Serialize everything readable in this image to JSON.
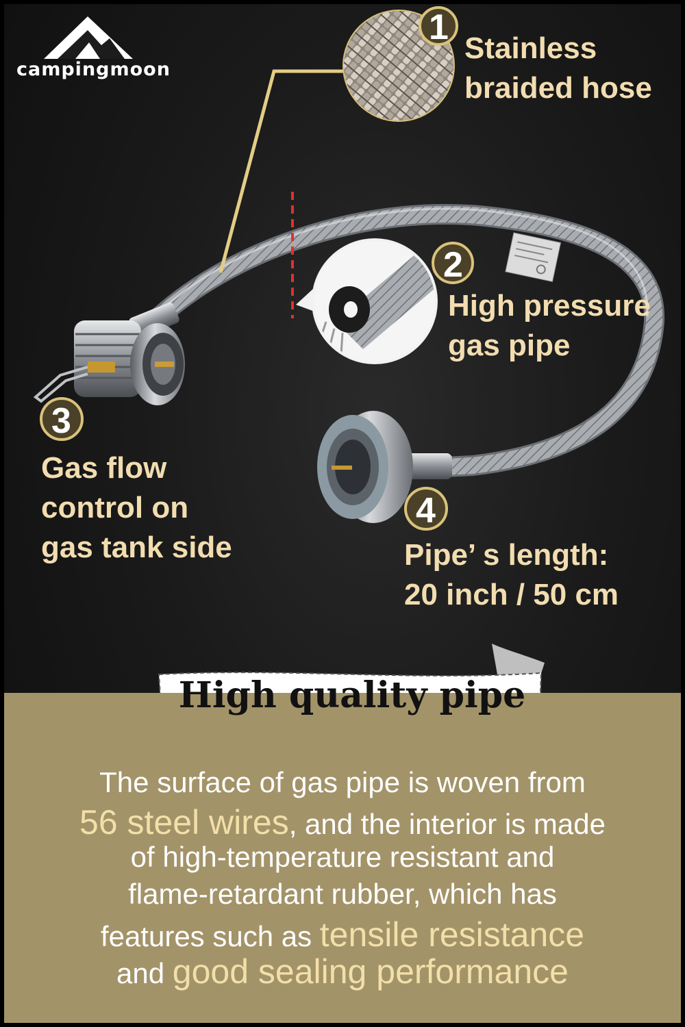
{
  "brand": {
    "name": "Campingmoon",
    "display_name": "campingmoon"
  },
  "features": [
    {
      "number": "1",
      "lines": [
        "Stainless",
        "braided hose"
      ]
    },
    {
      "number": "2",
      "lines": [
        "High pressure",
        "gas pipe"
      ]
    },
    {
      "number": "3",
      "lines": [
        "Gas flow",
        "control on",
        "gas tank side"
      ]
    },
    {
      "number": "4",
      "lines": [
        "Pipe’ s length:",
        "20 inch / 50 cm"
      ]
    }
  ],
  "banner": {
    "title": "High quality pipe"
  },
  "description": {
    "line1": "The surface of gas pipe is woven from",
    "line2_highlight": "56 steel wires",
    "line2_rest": ", and the interior is made",
    "line3": "of high-temperature resistant and",
    "line4": "flame-retardant rubber, which has",
    "line5_start": "features such as ",
    "line5_highlight": "tensile resistance",
    "line6_start": "and ",
    "line6_highlight": "good sealing performance"
  },
  "colors": {
    "accent_gold": "#d9c27a",
    "callout_text": "#f2ddb0",
    "panel_background": "#a39369",
    "background": "#151515"
  }
}
